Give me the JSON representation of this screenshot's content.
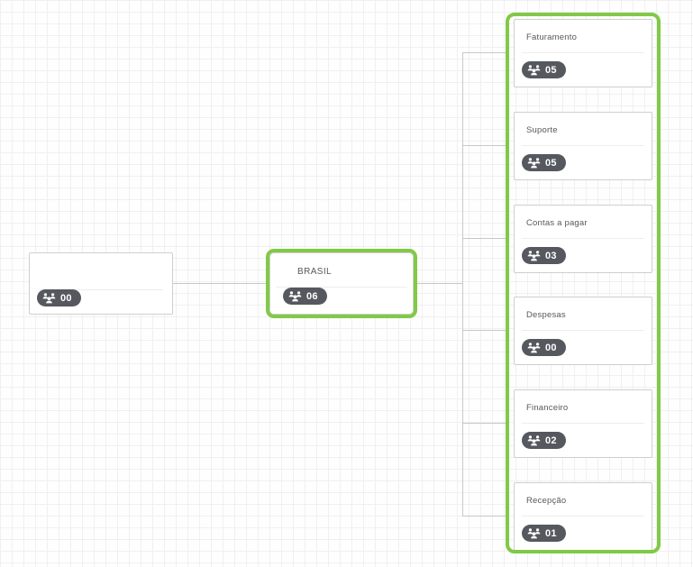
{
  "chart": {
    "type": "org-chart",
    "title": "Organization hierarchy chart",
    "accent_color": "#81c946",
    "badge_color": "#55585e",
    "badge_icon": "people-group-icon",
    "node_border_color": "#cfcfcf",
    "connector_color": "#c8c8c8",
    "grid": true
  },
  "nodes": {
    "root": {
      "label": "",
      "count": "00",
      "selected": false,
      "icon": "people-group-icon"
    },
    "brasil": {
      "label": "BRASIL",
      "count": "06",
      "selected": true,
      "icon": "people-group-icon"
    },
    "children": [
      {
        "label": "Faturamento",
        "count": "05",
        "icon": "people-group-icon"
      },
      {
        "label": "Suporte",
        "count": "05",
        "icon": "people-group-icon"
      },
      {
        "label": "Contas a pagar",
        "count": "03",
        "icon": "people-group-icon"
      },
      {
        "label": "Despesas",
        "count": "00",
        "icon": "people-group-icon"
      },
      {
        "label": "Financeiro",
        "count": "02",
        "icon": "people-group-icon"
      },
      {
        "label": "Recepção",
        "count": "01",
        "icon": "people-group-icon"
      }
    ]
  }
}
